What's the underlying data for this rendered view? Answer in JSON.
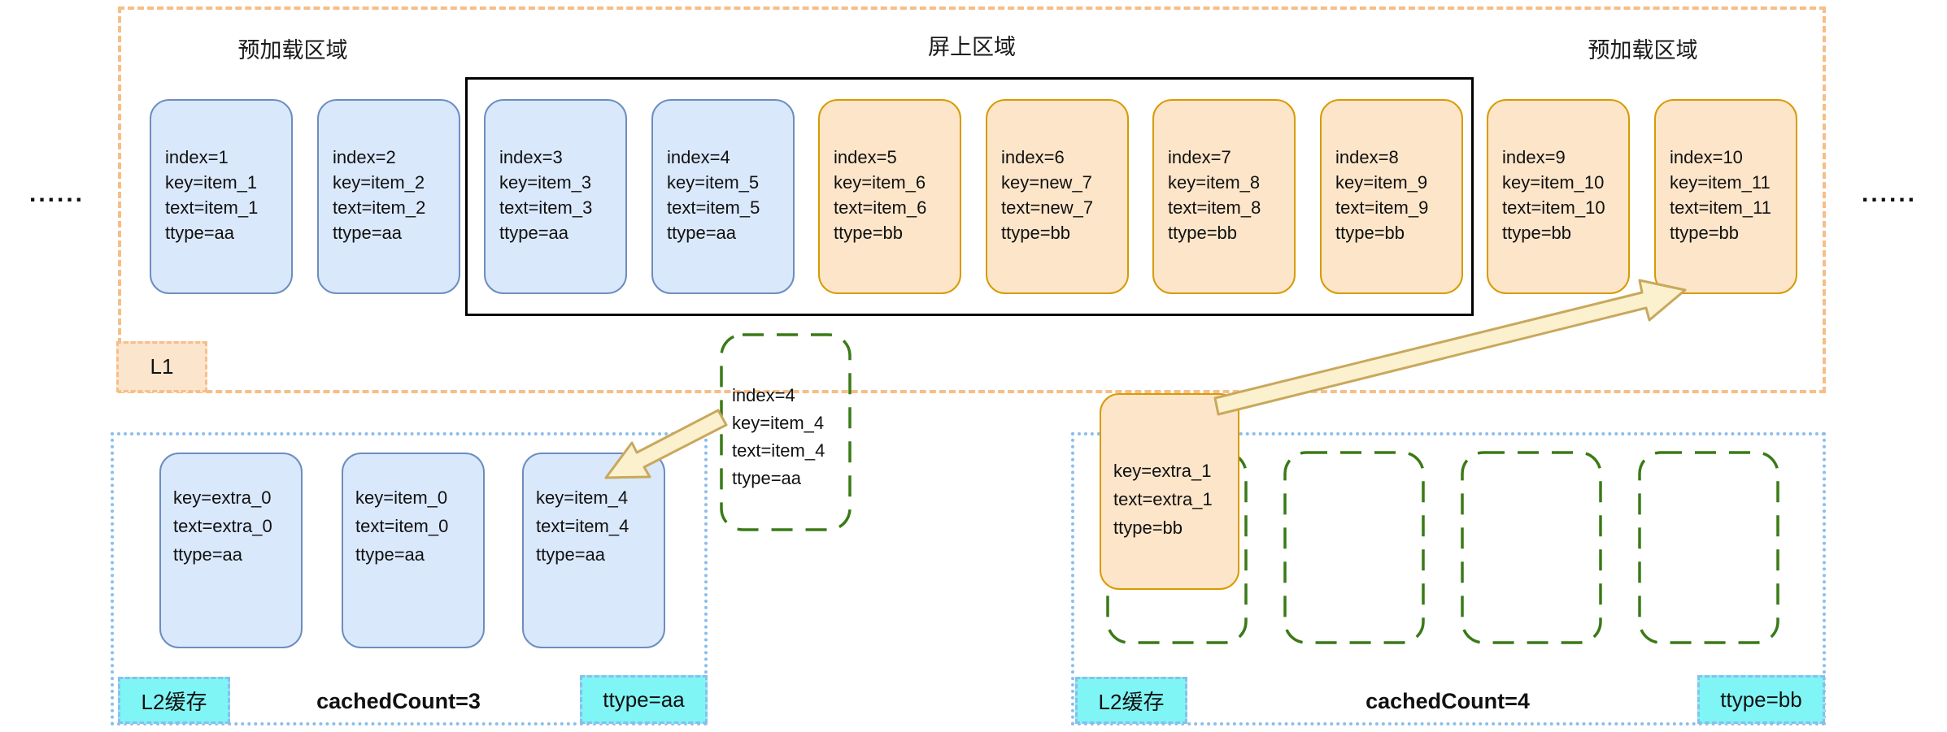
{
  "colors": {
    "blue_fill": "#DAE8FC",
    "blue_border": "#6C8EBF",
    "orange_fill": "#FDE5C9",
    "orange_border": "#D79B00",
    "l1_border": "#F7BE87",
    "l1_badge_fill": "#FCE5CD",
    "l2_border": "#8BBEEC",
    "cyan_fill": "#80F5F5",
    "green_border": "#3A7A17",
    "arrow_fill": "#FBF1CF",
    "arrow_border": "#C9A85C",
    "onscreen_border": "#000000"
  },
  "l1": {
    "badge_label": "L1",
    "preload_label_left": "预加载区域",
    "onscreen_label": "屏上区域",
    "preload_label_right": "预加载区域",
    "ellipsis_left": "......",
    "ellipsis_right": "......",
    "cards": [
      {
        "lines": [
          "index=1",
          "key=item_1",
          "text=item_1",
          "ttype=aa"
        ]
      },
      {
        "lines": [
          "index=2",
          "key=item_2",
          "text=item_2",
          "ttype=aa"
        ]
      },
      {
        "lines": [
          "index=3",
          "key=item_3",
          "text=item_3",
          "ttype=aa"
        ]
      },
      {
        "lines": [
          "index=4",
          "key=item_5",
          "text=item_5",
          "ttype=aa"
        ]
      },
      {
        "lines": [
          "index=5",
          "key=item_6",
          "text=item_6",
          "ttype=bb"
        ]
      },
      {
        "lines": [
          "index=6",
          "key=new_7",
          "text=new_7",
          "ttype=bb"
        ]
      },
      {
        "lines": [
          "index=7",
          "key=item_8",
          "text=item_8",
          "ttype=bb"
        ]
      },
      {
        "lines": [
          "index=8",
          "key=item_9",
          "text=item_9",
          "ttype=bb"
        ]
      },
      {
        "lines": [
          "index=9",
          "key=item_10",
          "text=item_10",
          "ttype=bb"
        ]
      },
      {
        "lines": [
          "index=10",
          "key=item_11",
          "text=item_11",
          "ttype=bb"
        ]
      }
    ]
  },
  "detached_card": {
    "lines": [
      "index=4",
      "key=item_4",
      "text=item_4",
      "ttype=aa"
    ]
  },
  "l2_cache_aa": {
    "badge_label": "L2缓存",
    "cached_count_label": "cachedCount=3",
    "ttype_badge_label": "ttype=aa",
    "cards": [
      {
        "lines": [
          "key=extra_0",
          "text=extra_0",
          "ttype=aa"
        ]
      },
      {
        "lines": [
          "key=item_0",
          "text=item_0",
          "ttype=aa"
        ]
      },
      {
        "lines": [
          "key=item_4",
          "text=item_4",
          "ttype=aa"
        ]
      }
    ]
  },
  "l2_cache_bb": {
    "badge_label": "L2缓存",
    "cached_count_label": "cachedCount=4",
    "ttype_badge_label": "ttype=bb",
    "cards": [
      {
        "lines": [
          "key=extra_1",
          "text=extra_1",
          "ttype=bb"
        ]
      }
    ],
    "empty_slot_count": 4
  }
}
